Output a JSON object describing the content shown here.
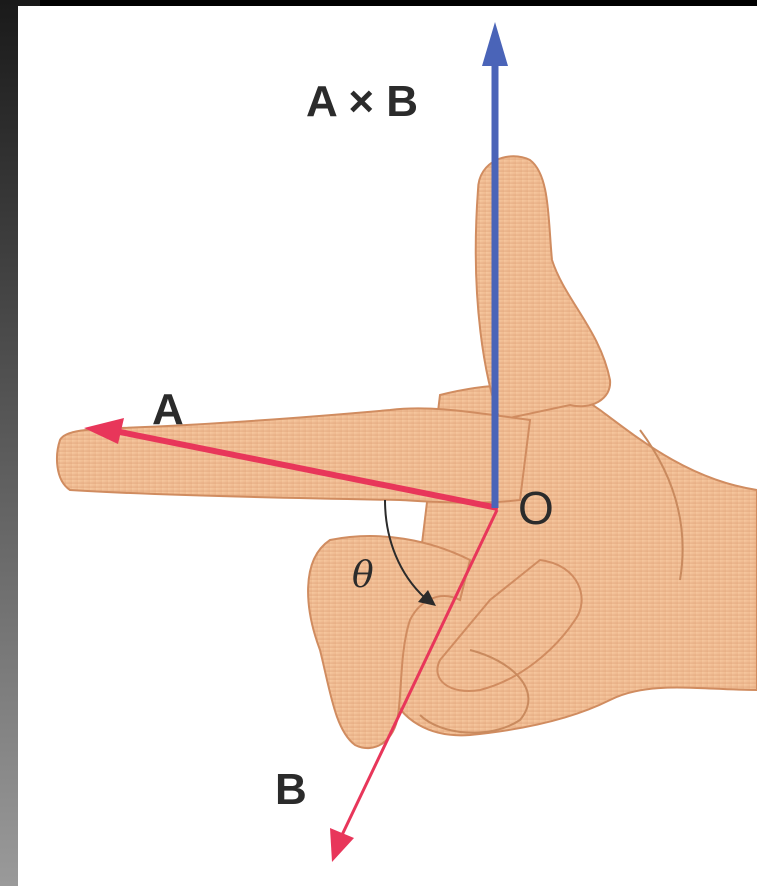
{
  "labels": {
    "cross_product": "A × B",
    "vector_a": "A",
    "vector_b": "B",
    "origin": "O",
    "angle": "θ"
  },
  "colors": {
    "vector_a": "#e8365a",
    "vector_b": "#e8365a",
    "cross_product": "#4a64b8",
    "skin": "#f2bb8c",
    "skin_shadow": "#d9946a",
    "background": "#ffffff",
    "frame": "#000000"
  },
  "icons": {
    "hand": "right-hand-rule-hand"
  }
}
